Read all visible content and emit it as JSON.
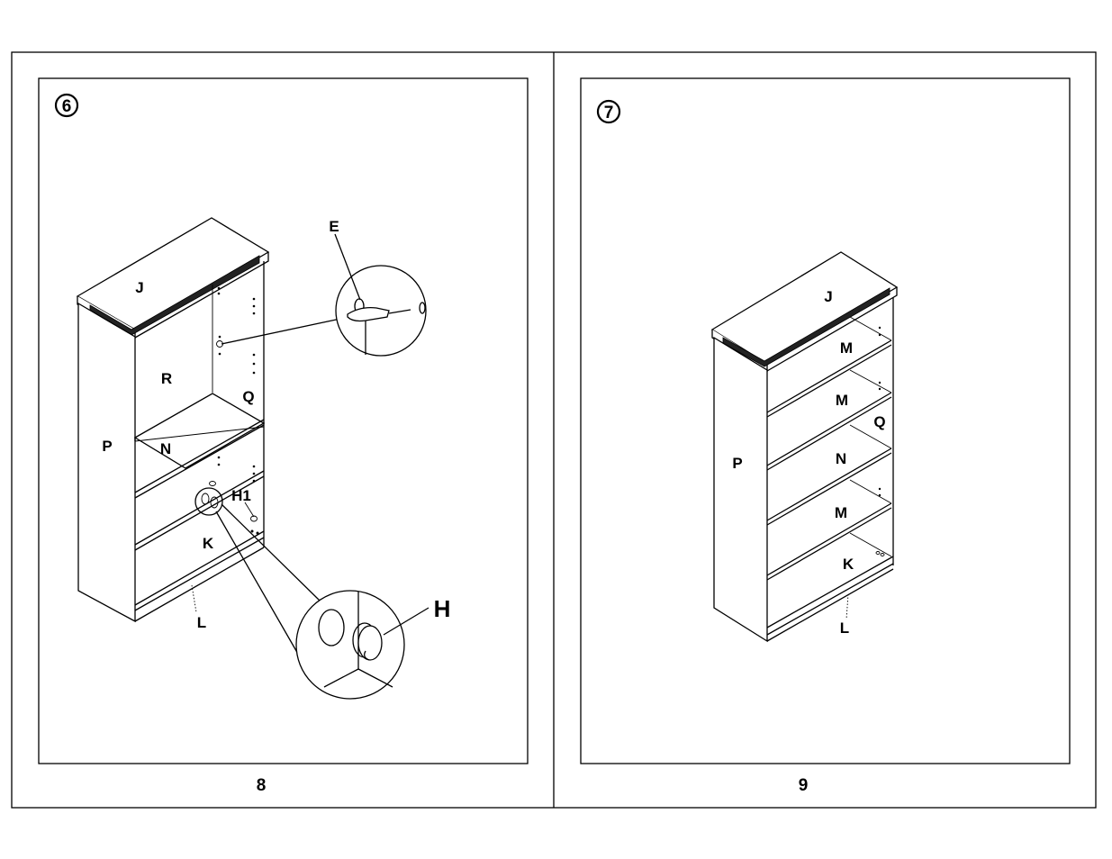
{
  "page_left": {
    "step": "6",
    "page_number": "8",
    "labels": {
      "J": "J",
      "R": "R",
      "Q": "Q",
      "P": "P",
      "N": "N",
      "H1": "H1",
      "K": "K",
      "L": "L",
      "E": "E",
      "H": "H"
    }
  },
  "page_right": {
    "step": "7",
    "page_number": "9",
    "labels": {
      "J": "J",
      "M1": "M",
      "M2": "M",
      "Q": "Q",
      "P": "P",
      "N": "N",
      "M3": "M",
      "K": "K",
      "L": "L"
    }
  }
}
